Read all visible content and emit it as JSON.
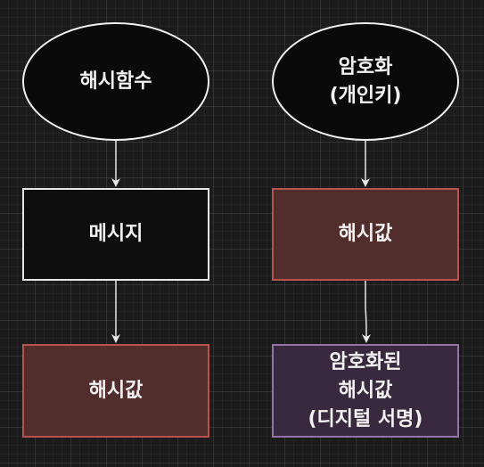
{
  "nodes": {
    "hash_function": "해시함수",
    "encryption": "암호화\n(개인키)",
    "message": "메시지",
    "hash_value_right": "해시값",
    "hash_value_left": "해시값",
    "digital_signature": "암호화된\n해시값\n(디지털 서명)"
  },
  "colors": {
    "background": "#1b1b1b",
    "ellipse_border": "#f0f0f0",
    "red_fill": "#512d2b",
    "red_border": "#b85450",
    "purple_fill": "#39293f",
    "purple_border": "#9673a6"
  }
}
